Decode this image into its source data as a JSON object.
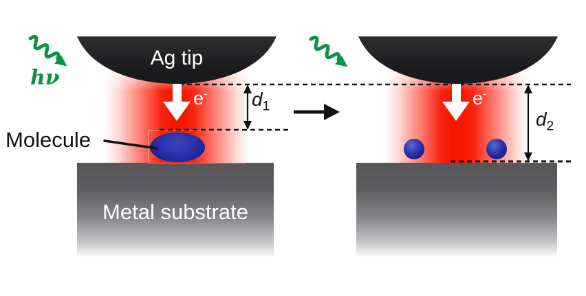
{
  "figure": {
    "left_panel": {
      "photon_label": "hν",
      "tip_label": "Ag tip",
      "electron_label": {
        "base": "e",
        "charge": "-"
      },
      "gap_label": {
        "base": "d",
        "sub": "1"
      },
      "molecule_label": "Molecule",
      "substrate_label": "Metal substrate"
    },
    "right_panel": {
      "electron_label": {
        "base": "e",
        "charge": "-"
      },
      "gap_label": {
        "base": "d",
        "sub": "2"
      }
    },
    "icons": {
      "photon": "green-wavy-arrow",
      "electron": "white-down-arrow",
      "transition": "black-right-arrow",
      "gap_measure": "double-headed-vertical-arrow"
    },
    "colors": {
      "photon_green": "#0c9245",
      "field_red": "#f81600",
      "molecule_blue": "#2a32ad",
      "tip_black": "#1e1e20",
      "substrate_gray_top": "#58585a"
    }
  }
}
